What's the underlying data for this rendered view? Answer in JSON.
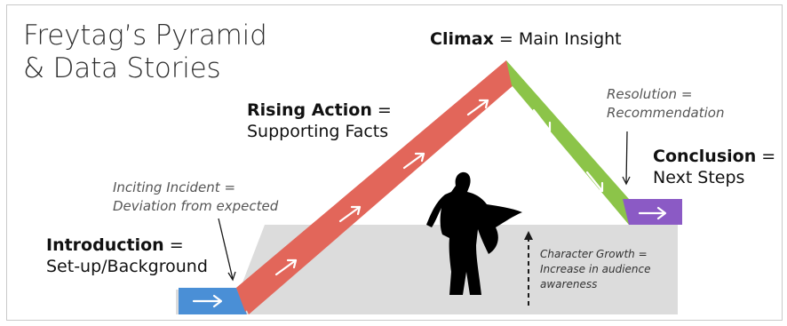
{
  "title": {
    "line1": "Freytag’s Pyramid",
    "line2": "& Data Stories"
  },
  "stages": {
    "introduction": {
      "bold": "Introduction",
      "eq": " =",
      "line2": "Set-up/Background"
    },
    "inciting": {
      "line1": "Inciting Incident =",
      "line2": "Deviation from expected"
    },
    "rising": {
      "bold": "Rising Action",
      "eq": " =",
      "line2": "Supporting Facts"
    },
    "climax": {
      "bold": "Climax",
      "rest": " = Main Insight"
    },
    "resolution": {
      "line1": "Resolution =",
      "line2": "Recommendation"
    },
    "conclusion": {
      "bold": "Conclusion",
      "eq": " =",
      "line2": "Next Steps"
    },
    "growth": {
      "line1": "Character Growth =",
      "line2": "Increase in audience",
      "line3": "awareness"
    }
  },
  "colors": {
    "introduction": "#4a8fd6",
    "rising": "#e2665a",
    "falling": "#8cc449",
    "conclusion": "#8b5ac5",
    "ground": "#dcdcdc",
    "hero": "#000000"
  },
  "icons": {
    "arrow": "right-arrow-icon",
    "hero": "superhero-silhouette-icon"
  }
}
